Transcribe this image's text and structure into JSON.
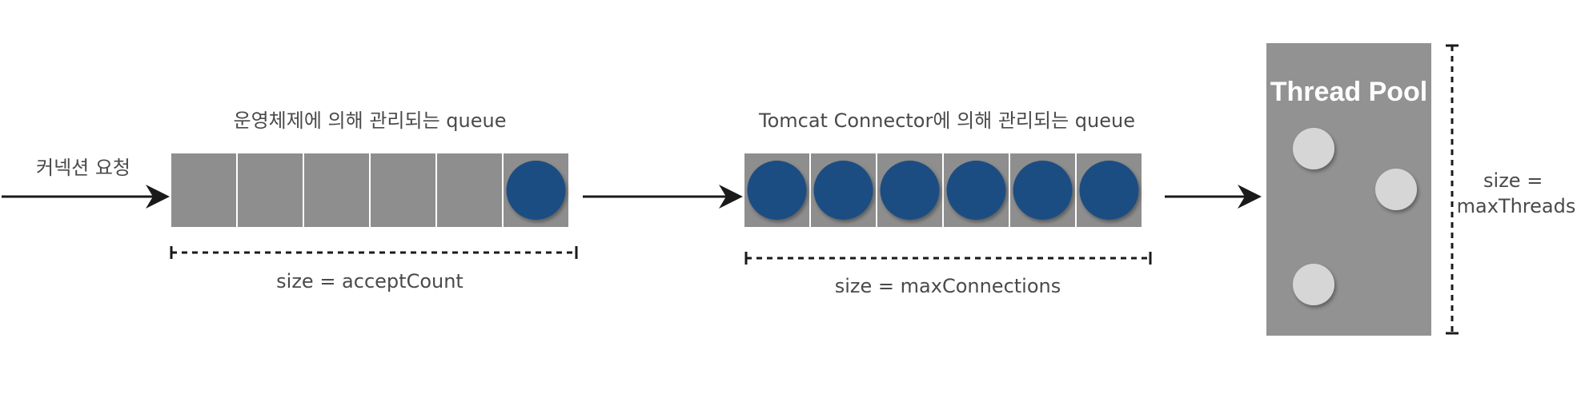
{
  "labels": {
    "connection_request": "커넥션 요청",
    "os_queue": "운영체제에 의해 관리되는 queue",
    "os_queue_size": "size = acceptCount",
    "tomcat_queue": "Tomcat Connector에 의해 관리되는 queue",
    "tomcat_queue_size": "size = maxConnections",
    "thread_pool": "Thread Pool",
    "thread_pool_size_line1": "size =",
    "thread_pool_size_line2": "maxThreads"
  },
  "os_queue": {
    "slot_count": 6,
    "filled_slots": [
      5
    ]
  },
  "tomcat_queue": {
    "slot_count": 6,
    "filled_slots": [
      0,
      1,
      2,
      3,
      4,
      5
    ]
  },
  "thread_pool": {
    "thread_count": 3
  },
  "colors": {
    "slot_fill": "#8e8e8e",
    "connection_fill": "#1f4e82",
    "thread_fill": "#d6d6d6",
    "pool_fill": "#929292",
    "arrow": "#1a1a1a",
    "text": "#4a4a4a"
  }
}
